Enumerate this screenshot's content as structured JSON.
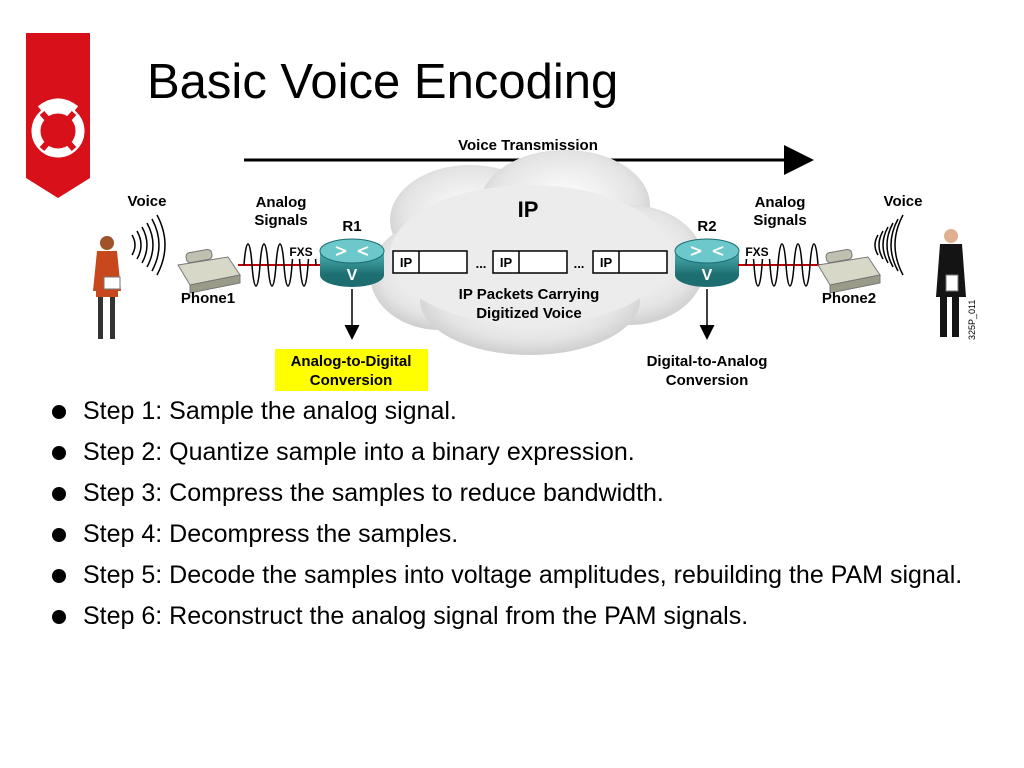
{
  "title": "Basic Voice Encoding",
  "diagram": {
    "transmission_label": "Voice Transmission",
    "cloud_label": "IP",
    "voice_left": "Voice",
    "voice_right": "Voice",
    "analog_left": [
      "Analog",
      "Signals"
    ],
    "analog_right": [
      "Analog",
      "Signals"
    ],
    "router1": "R1",
    "router2": "R2",
    "router_badge": "V",
    "fxs_left": "FXS",
    "fxs_right": "FXS",
    "phone1": "Phone1",
    "phone2": "Phone2",
    "packet_label": "IP",
    "ellipsis": "...",
    "packets_caption": [
      "IP Packets Carrying",
      "Digitized Voice"
    ],
    "adc_label": [
      "Analog-to-Digital",
      "Conversion"
    ],
    "dac_label": [
      "Digital-to-Analog",
      "Conversion"
    ],
    "figure_code": "325P_011",
    "colors": {
      "highlight": "#ffff00",
      "router": "#2a8c8e",
      "signal": "#c00000",
      "logo": "#d8101a"
    }
  },
  "steps": [
    "Step 1: Sample the analog signal.",
    "Step 2: Quantize sample into a binary expression.",
    "Step 3: Compress the samples to reduce bandwidth.",
    "Step 4: Decompress the samples.",
    "Step 5: Decode the samples into voltage amplitudes, rebuilding the PAM signal.",
    "Step 6: Reconstruct the analog signal from the PAM signals."
  ]
}
